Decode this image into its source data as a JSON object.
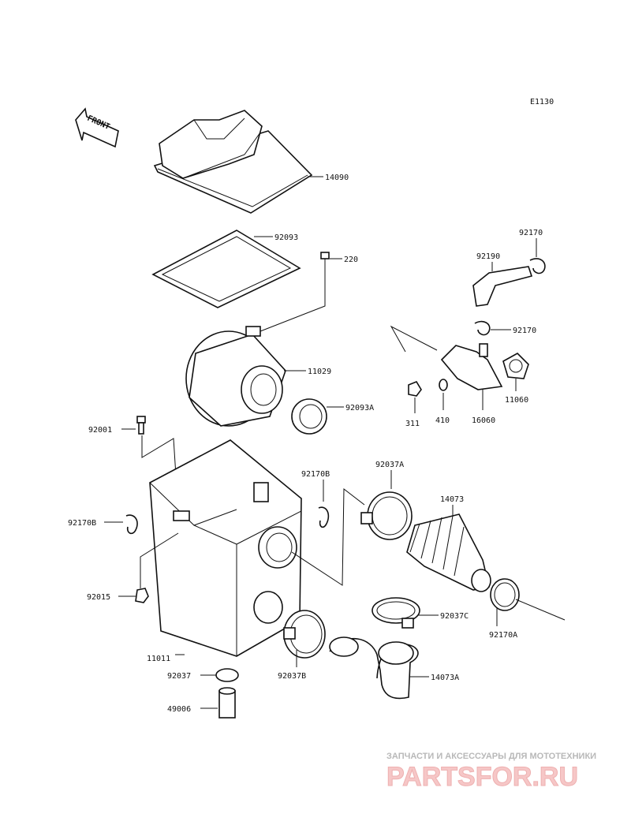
{
  "diagram_code": "E1130",
  "front_label": "FRONT",
  "parts": {
    "p14090": "14090",
    "p92093": "92093",
    "p220": "220",
    "p11029": "11029",
    "p92093A": "92093A",
    "p92001": "92001",
    "p92170B_left": "92170B",
    "p92015": "92015",
    "p11011": "11011",
    "p92037": "92037",
    "p49006": "49006",
    "p92170B_mid": "92170B",
    "p92037A": "92037A",
    "p14073": "14073",
    "p92037C": "92037C",
    "p92170A": "92170A",
    "p92037B": "92037B",
    "p14073A": "14073A",
    "p92170_top": "92170",
    "p92190": "92190",
    "p92170_mid": "92170",
    "p11060": "11060",
    "p311": "311",
    "p410": "410",
    "p16060": "16060"
  },
  "watermark": {
    "line1": "ЗАПЧАСТИ И АКСЕССУАРЫ ДЛЯ МОТОТЕХНИКИ",
    "line2": "PARTSFOR.RU"
  }
}
